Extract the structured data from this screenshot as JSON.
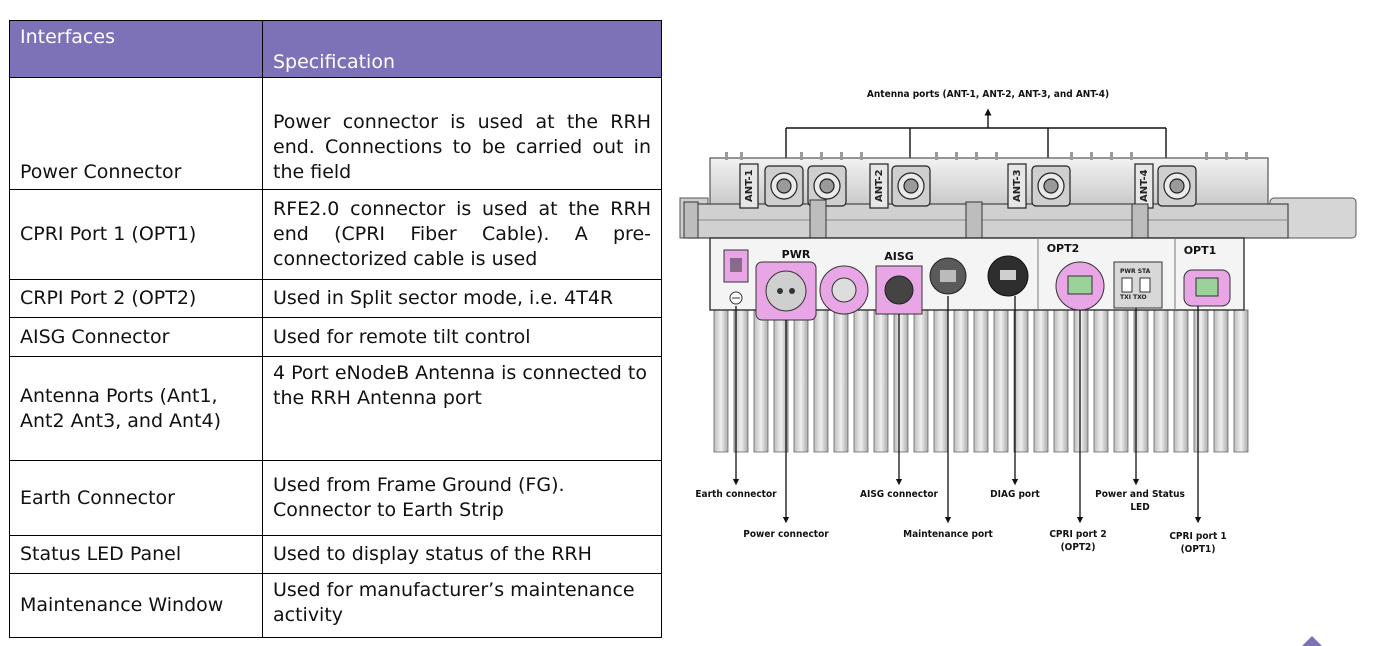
{
  "table": {
    "headers": [
      "Interfaces",
      "Specification"
    ],
    "rows": [
      {
        "interface": "Power Connector",
        "spec": "Power connector is used at the RRH end. Connections to be  carried out in the field"
      },
      {
        "interface": "CPRI Port 1 (OPT1)",
        "spec": "RFE2.0 connector is used at the RRH end (CPRI Fiber Cable). A pre-connectorized  cable is used"
      },
      {
        "interface": "CRPI Port 2 (OPT2)",
        "spec": "Used in Split sector mode, i.e. 4T4R"
      },
      {
        "interface": "AISG Connector",
        "spec": "Used for remote tilt control"
      },
      {
        "interface": "Antenna Ports (Ant1, Ant2 Ant3, and Ant4)",
        "spec": "4 Port eNodeB Antenna is connected to the RRH Antenna port"
      },
      {
        "interface": "Earth Connector",
        "spec": "Used from Frame Ground (FG). Connector to Earth Strip"
      },
      {
        "interface": "Status LED Panel",
        "spec": "Used to display status of the RRH"
      },
      {
        "interface": "Maintenance Window",
        "spec": "Used for manufacturer’s maintenance activity"
      }
    ]
  },
  "diagram": {
    "top_callout": "Antenna ports (ANT-1, ANT-2, ANT-3, and ANT-4)",
    "antenna_labels": [
      "ANT-1",
      "ANT-2",
      "ANT-3",
      "ANT-4"
    ],
    "panel_labels": {
      "pwr": "PWR",
      "aisg": "AISG",
      "opt2": "OPT2",
      "opt1": "OPT1"
    },
    "led_labels": {
      "top": "PWR STA",
      "bottom": "TXI TXO"
    },
    "callouts": {
      "earth": "Earth connector",
      "power": "Power connector",
      "aisg": "AISG connector",
      "maintenance": "Maintenance port",
      "diag": "DIAG port",
      "led_line1": "Power and Status",
      "led_line2": "LED",
      "cpri2_line1": "CPRI port 2",
      "cpri2_line2": "(OPT2)",
      "cpri1_line1": "CPRI port 1",
      "cpri1_line2": "(OPT1)"
    },
    "colors": {
      "header_bg": "#7d72b8",
      "connector_ring": "#e9a6e6",
      "heatsink": "#d7d7d7"
    }
  }
}
